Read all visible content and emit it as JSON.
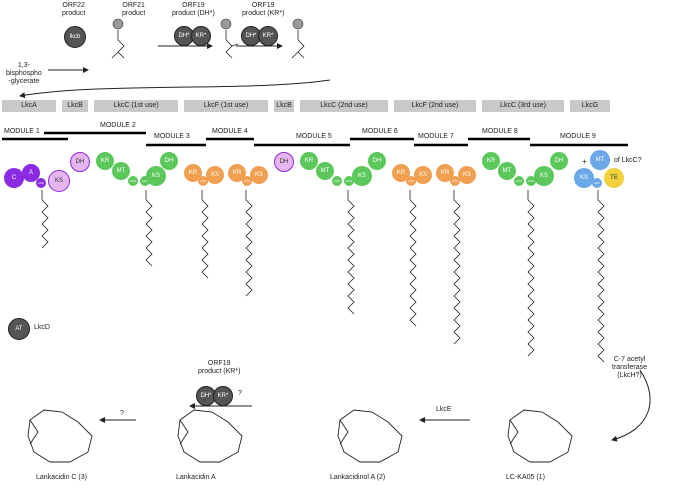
{
  "top": {
    "start_label_1": "1,3-",
    "start_label_2": "bisphospho",
    "start_label_3": "-glycerate",
    "orf22_1": "ORF22",
    "orf22_2": "product",
    "orf21_1": "ORF21",
    "orf21_2": "product",
    "orf19a_1": "ORF19",
    "orf19a_2": "product (DH*)",
    "orf19b_1": "ORF19",
    "orf19b_2": "product (KR*)",
    "lkcb_dom": "lkcb",
    "dh_star": "DH*",
    "kr_star": "KR*"
  },
  "genes": [
    "LkcA",
    "LkcB",
    "LkcC (1st use)",
    "LkcF (1st use)",
    "LkcB",
    "LkcC (2nd use)",
    "LkcF (2nd use)",
    "LkcC (3rd use)",
    "LkcG"
  ],
  "modules": [
    "MODULE 1",
    "MODULE 2",
    "MODULE 3",
    "MODULE 4",
    "MODULE 5",
    "MODULE 6",
    "MODULE 7",
    "MODULE 8",
    "MODULE 9"
  ],
  "domains": {
    "C": "C",
    "A": "A",
    "KS": "KS",
    "DH": "DH",
    "KR": "KR",
    "MT": "MT",
    "ACP": "ACP",
    "TE": "TE",
    "AT": "AT"
  },
  "module9_note": "of LkcC?",
  "plus": "+",
  "at_label": "LkcD",
  "bottom": {
    "c7_1": "C-7 acetyl",
    "c7_2": "transferase",
    "c7_3": "(LkcH?)",
    "lkce": "LkcE",
    "orf19c_1": "ORF19",
    "orf19c_2": "product (KR*)",
    "q1": "?",
    "q2": "?",
    "lankacidin_c": "Lankacidin C (3)",
    "lankacidin_a": "Lankacidin A",
    "lankacidinol_a": "Lankacidinol A (2)",
    "lcka05": "LC-KA05 (1)"
  },
  "colors": {
    "purple": "#8a2be2",
    "magenta": "#d070d8",
    "green": "#5cc85c",
    "orange": "#f0a050",
    "blue": "#6aa8e8",
    "yellow": "#f2d23c",
    "grey": "#9a9a9a"
  }
}
